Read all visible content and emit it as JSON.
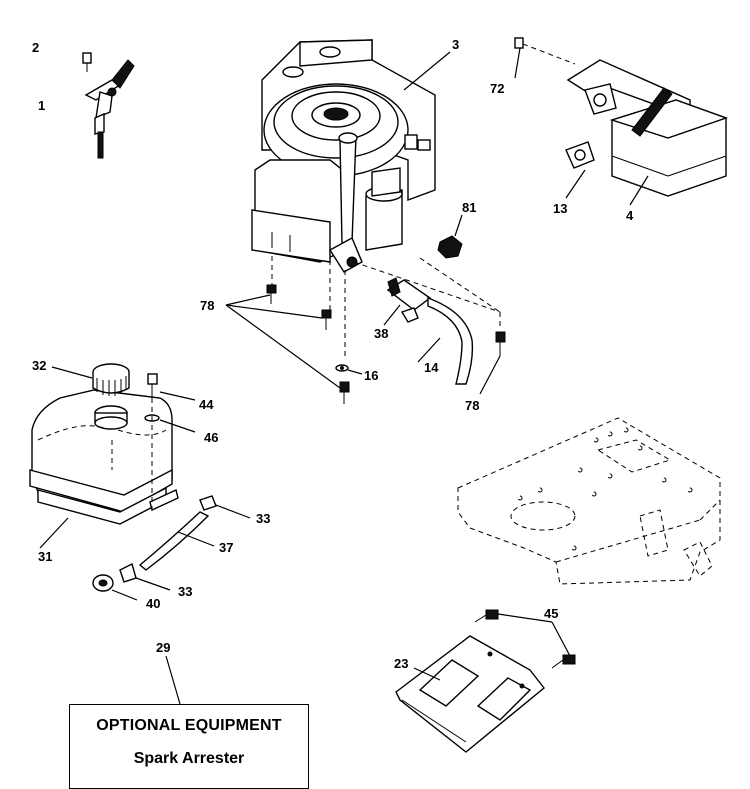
{
  "labels": {
    "l1": "1",
    "l2": "2",
    "l3": "3",
    "l4": "4",
    "l13": "13",
    "l14": "14",
    "l16": "16",
    "l23": "23",
    "l29": "29",
    "l31": "31",
    "l32": "32",
    "l33a": "33",
    "l33b": "33",
    "l37": "37",
    "l38": "38",
    "l40": "40",
    "l44": "44",
    "l45": "45",
    "l46": "46",
    "l72": "72",
    "l78a": "78",
    "l78b": "78",
    "l81": "81"
  },
  "optional": {
    "title": "OPTIONAL EQUIPMENT",
    "subtitle": "Spark Arrester"
  }
}
